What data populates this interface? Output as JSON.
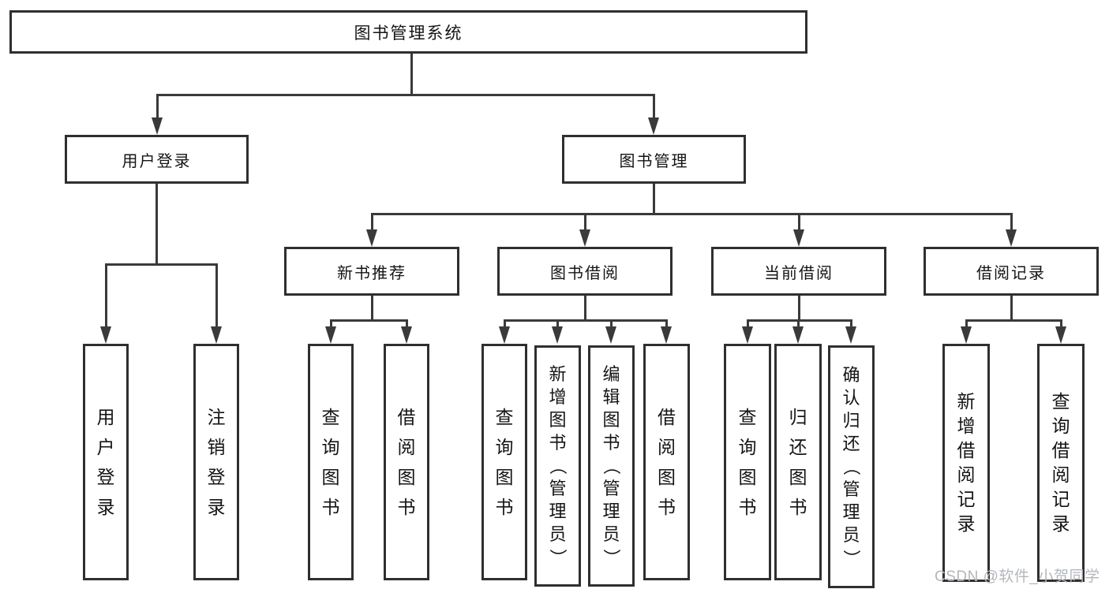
{
  "diagram": {
    "root": {
      "label": "图书管理系统"
    },
    "branches": [
      {
        "label": "用户登录",
        "children": [
          {
            "label": "用户登录"
          },
          {
            "label": "注销登录"
          }
        ]
      },
      {
        "label": "图书管理",
        "children": [
          {
            "label": "新书推荐",
            "children": [
              {
                "label": "查询图书"
              },
              {
                "label": "借阅图书"
              }
            ]
          },
          {
            "label": "图书借阅",
            "children": [
              {
                "label": "查询图书"
              },
              {
                "label": "新增图书（管理员）"
              },
              {
                "label": "编辑图书（管理员）"
              },
              {
                "label": "借阅图书"
              }
            ]
          },
          {
            "label": "当前借阅",
            "children": [
              {
                "label": "查询图书"
              },
              {
                "label": "归还图书"
              },
              {
                "label": "确认归还（管理员）"
              }
            ]
          },
          {
            "label": "借阅记录",
            "children": [
              {
                "label": "新增借阅记录"
              },
              {
                "label": "查询借阅记录"
              }
            ]
          }
        ]
      }
    ]
  },
  "watermark": {
    "text": "CSDN @软件_小贺同学"
  },
  "colors": {
    "line": "#3a3a3a",
    "border": "#2f2f2f",
    "text": "#141414",
    "watermark_text": "#b2b7bc",
    "background": "#ffffff"
  }
}
